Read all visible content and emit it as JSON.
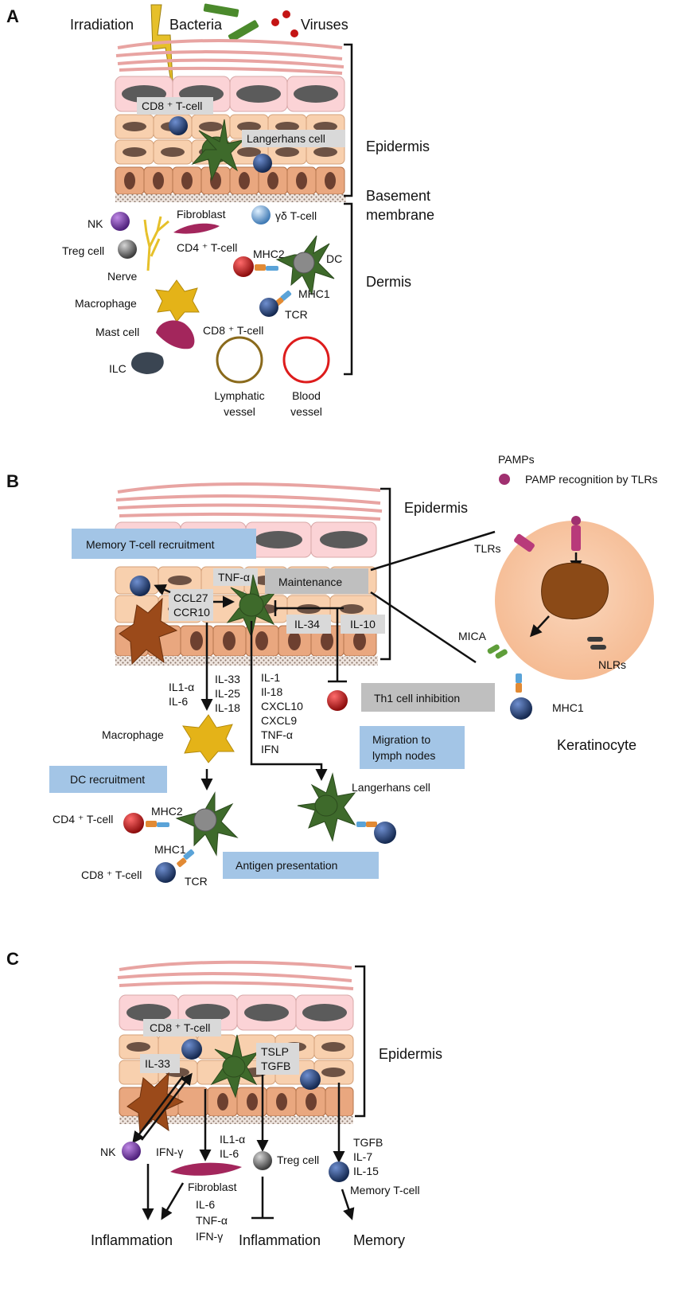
{
  "colors": {
    "skin_fiber": "#f0b6b4",
    "top_cell": "#fbd3d6",
    "mid_cell": "#f8d0ae",
    "basal_cell": "#e9a77f",
    "nucleus": "#6d5244",
    "dark_nucleus": "#5b5b5b",
    "membrane_dots": "#8f7a6e",
    "blue_box": "#a3c5e6",
    "gray_box": "#bfbfbf",
    "light_box": "#d9d9d9",
    "lymphatic": "#8a6a1c",
    "blood": "#dd1c1c",
    "keratinocyte": "#f8c6a3",
    "nucleus_brown": "#8b4a17",
    "tcell_blue": "#1f3a6e",
    "red_cell": "#c41414",
    "langerhans_green": "#3e6a2b",
    "macrophage_gold": "#e4b318",
    "mast_cell": "#a3265c",
    "nk_purple": "#7a3fb0",
    "tlr_magenta": "#b83a7a",
    "dc_gray": "#8a8a8a",
    "mica_green": "#5f9e3a"
  },
  "panels": {
    "a": {
      "letter": "A",
      "threats": {
        "irradiation": "Irradiation",
        "bacteria": "Bacteria",
        "viruses": "Viruses"
      },
      "skin": {
        "cd8": "CD8 ⁺ T-cell",
        "langerhans": "Langerhans cell"
      },
      "regions": {
        "epidermis": "Epidermis",
        "basement_line1": "Basement",
        "basement_line2": "membrane",
        "dermis": "Dermis"
      },
      "cells": {
        "nk": "NK",
        "treg": "Treg cell",
        "nerve": "Nerve",
        "macrophage": "Macrophage",
        "mast": "Mast cell",
        "ilc": "ILC",
        "fibroblast": "Fibroblast",
        "cd4": "CD4 ⁺ T-cell",
        "gd": "γδ T-cell",
        "mhc2": "MHC2",
        "dc": "DC",
        "mhc1": "MHC1",
        "tcr": "TCR",
        "cd8_dermis": "CD8 ⁺ T-cell",
        "lymph_line1": "Lymphatic",
        "lymph_line2": "vessel",
        "blood_line1": "Blood",
        "blood_line2": "vessel"
      }
    },
    "b": {
      "letter": "B",
      "boxes": {
        "memory": "Memory T-cell recruitment",
        "tnf": "TNF-α",
        "maintenance": "Maintenance",
        "ccl27": "CCL27",
        "ccr10": "CCR10",
        "il34": "IL-34",
        "il10": "IL-10",
        "th1": "Th1 cell inhibition",
        "migration_line1": "Migration to",
        "migration_line2": "lymph nodes",
        "dc_recruit": "DC recruitment",
        "antigen": "Antigen presentation"
      },
      "region": {
        "epidermis": "Epidermis"
      },
      "cytokines_left": [
        "IL1-α",
        "IL-6"
      ],
      "cytokines_mid": [
        "IL-33",
        "IL-25",
        "IL-18"
      ],
      "cytokines_right": [
        "IL-1",
        "Il-18",
        "CXCL10",
        "CXCL9",
        "TNF-α",
        "IFN"
      ],
      "cells": {
        "macrophage": "Macrophage",
        "langerhans": "Langerhans cell",
        "cd4": "CD4 ⁺ T-cell",
        "mhc2": "MHC2",
        "mhc1": "MHC1",
        "cd8": "CD8 ⁺ T-cell",
        "tcr": "TCR"
      },
      "keratinocyte": {
        "pamps": "PAMPs",
        "pamp_recog": "PAMP recognition by TLRs",
        "tlrs": "TLRs",
        "mica": "MICA",
        "nlrs": "NLRs",
        "mhc1": "MHC1",
        "title": "Keratinocyte"
      }
    },
    "c": {
      "letter": "C",
      "boxes": {
        "cd8": "CD8 ⁺ T-cell",
        "il33": "IL-33",
        "tslp": "TSLP",
        "tgfb": "TGFB"
      },
      "region": {
        "epidermis": "Epidermis"
      },
      "labels": {
        "nk": "NK",
        "ifn": "IFN-γ",
        "il1a": "IL1-α",
        "il6": "IL-6",
        "fibroblast": "Fibroblast",
        "treg": "Treg cell",
        "memory_cell": "Memory T-cell",
        "fib_cyto": [
          "IL-6",
          "TNF-α",
          "IFN-γ"
        ],
        "memory_cyto": [
          "TGFB",
          "IL-7",
          "IL-15"
        ],
        "inflammation1": "Inflammation",
        "inflammation2": "Inflammation",
        "memory": "Memory"
      }
    }
  }
}
